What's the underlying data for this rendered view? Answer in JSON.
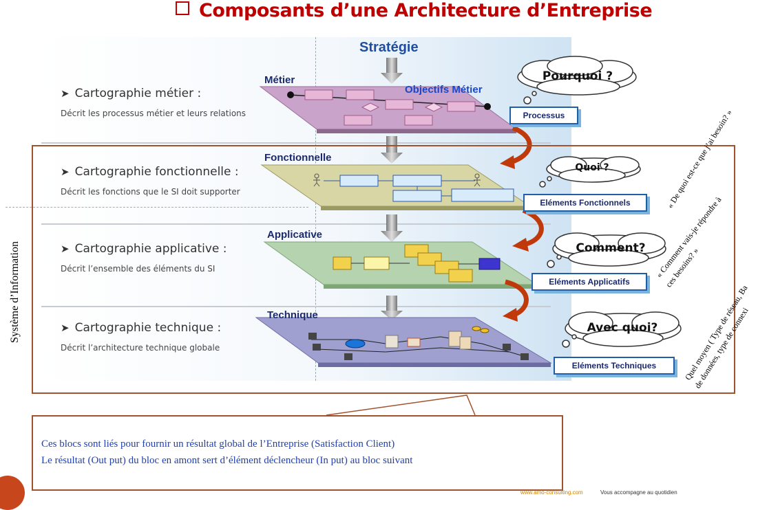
{
  "title": "Composants d’une Architecture d’Entreprise",
  "diagram": {
    "strategie": "Stratégie",
    "objectifs": "Objectifs Métier",
    "layers": [
      {
        "label": "Métier",
        "heading": "Cartographie métier :",
        "desc": "Décrit les processus métier et leurs relations",
        "tag": "Processus",
        "question": "Pourquoi ?"
      },
      {
        "label": "Fonctionnelle",
        "heading": "Cartographie fonctionnelle :",
        "desc": "Décrit les fonctions que le SI doit supporter",
        "tag": "Eléments Fonctionnels",
        "question": "Quoi ?"
      },
      {
        "label": "Applicative",
        "heading": "Cartographie applicative :",
        "desc": "Décrit l’ensemble des éléments du SI",
        "tag": "Eléments Applicatifs",
        "question": "Comment?"
      },
      {
        "label": "Technique",
        "heading": "Cartographie technique :",
        "desc": "Décrit l’architecture technique globale",
        "tag": "Eléments Techniques",
        "question": "Avec quoi?"
      }
    ],
    "side_notes": [
      "« De quoi est-ce que j’ai besoin? »",
      "« Comment vais-je répondre à",
      "ces besoins? »",
      "Quel moyen ( Type de réseau, Ba",
      "de données, type de connexi"
    ],
    "system_label": "Système d’Information"
  },
  "note": {
    "line1": "Ces blocs sont liés pour fournir un résultat global de l’Entreprise (Satisfaction Client)",
    "line2": "Le résultat (Out put) du bloc en amont sert d’élément déclencheur (In put) au bloc suivant"
  },
  "footer": {
    "link": "www.amo-consulting.com",
    "text": "Vous accompagne au quotidien"
  },
  "colors": {
    "title": "#c00000",
    "frame": "#a0522d",
    "note_text": "#1f3fb0",
    "layer_metier": "#c9a3c9",
    "layer_fonctionnelle": "#d8d6a4",
    "layer_applicative": "#b6d3b0",
    "layer_technique": "#9f9fd0",
    "curve_arrow": "#c0390b"
  }
}
